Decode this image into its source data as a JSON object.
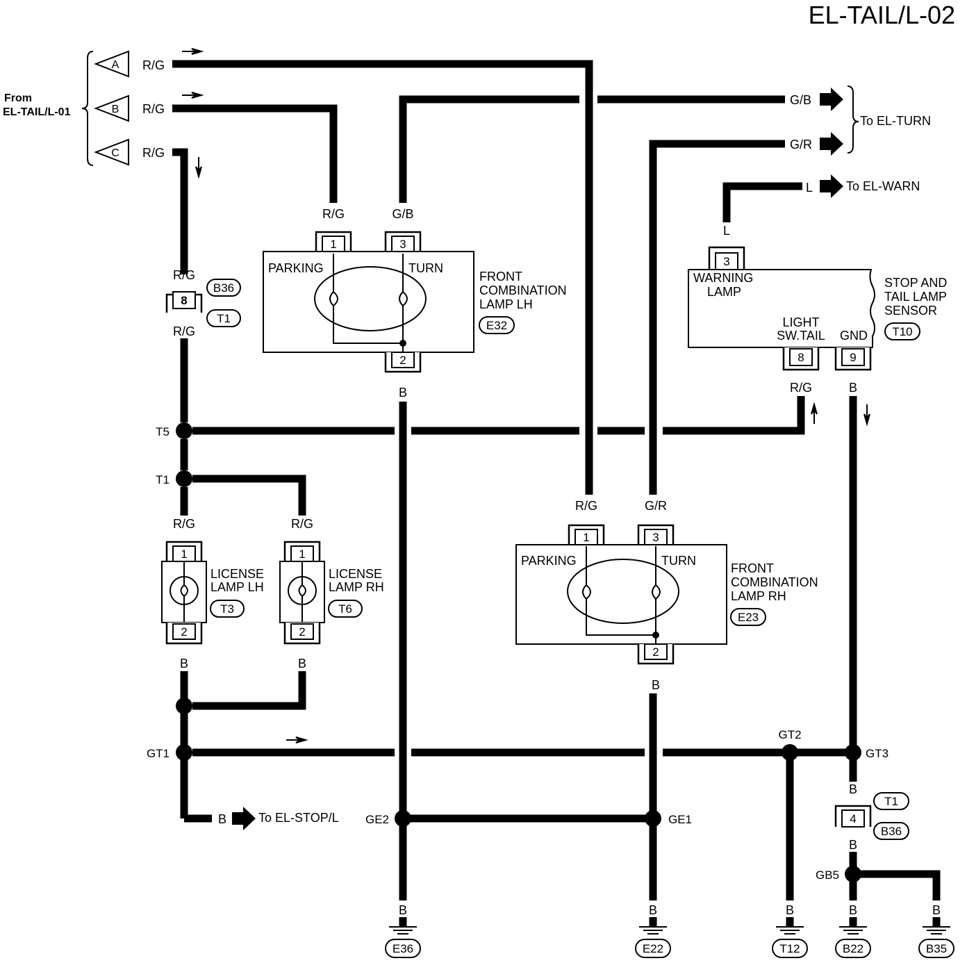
{
  "title": "EL-TAIL/L-02",
  "inputs": {
    "from_label_line1": "From",
    "from_label_line2": "EL-TAIL/L-01",
    "connectors": [
      {
        "letter": "A",
        "wire": "R/G"
      },
      {
        "letter": "B",
        "wire": "R/G"
      },
      {
        "letter": "C",
        "wire": "R/G"
      }
    ]
  },
  "outputs": {
    "turn_label": "To EL-TURN",
    "turn_wires": [
      "G/B",
      "G/R"
    ],
    "warn_wire": "L",
    "warn_label": "To EL-WARN",
    "stop_wire": "B",
    "stop_label": "To EL-STOP/L"
  },
  "front_lamp_lh": {
    "name_lines": [
      "FRONT",
      "COMBINATION",
      "LAMP LH"
    ],
    "code": "E32",
    "parking": "PARKING",
    "turn": "TURN",
    "pin1": "1",
    "pin1_wire": "R/G",
    "pin3": "3",
    "pin3_wire": "G/B",
    "pin2": "2",
    "pin2_wire": "B"
  },
  "front_lamp_rh": {
    "name_lines": [
      "FRONT",
      "COMBINATION",
      "LAMP RH"
    ],
    "code": "E23",
    "parking": "PARKING",
    "turn": "TURN",
    "pin1": "1",
    "pin1_wire": "R/G",
    "pin3": "3",
    "pin3_wire": "G/R",
    "pin2": "2",
    "pin2_wire": "B"
  },
  "sensor": {
    "name_lines": [
      "STOP AND",
      "TAIL LAMP",
      "SENSOR"
    ],
    "code": "T10",
    "warning_lines": [
      "WARNING",
      "LAMP"
    ],
    "light_lines": [
      "LIGHT",
      "SW.TAIL"
    ],
    "gnd": "GND",
    "pin3": "3",
    "pin3_wire": "L",
    "pin8": "8",
    "pin8_wire": "R/G",
    "pin9": "9",
    "pin9_wire": "B"
  },
  "joint_connector_top": {
    "pin": "8",
    "codes": [
      "B36",
      "T1"
    ],
    "wire_in": "R/G",
    "wire_out": "R/G"
  },
  "joint_connector_bottom": {
    "pin": "4",
    "codes": [
      "T1",
      "B36"
    ],
    "wire_in": "B",
    "wire_out": "B"
  },
  "license_lh": {
    "name_lines": [
      "LICENSE",
      "LAMP LH"
    ],
    "code": "T3",
    "pin1": "1",
    "pin2": "2",
    "wire_in": "R/G",
    "wire_out": "B"
  },
  "license_rh": {
    "name_lines": [
      "LICENSE",
      "LAMP RH"
    ],
    "code": "T6",
    "pin1": "1",
    "pin2": "2",
    "wire_in": "R/G",
    "wire_out": "B"
  },
  "splices": {
    "t5": "T5",
    "t1": "T1",
    "gt1": "GT1",
    "gt2": "GT2",
    "gt3": "GT3",
    "ge1": "GE1",
    "ge2": "GE2",
    "gb5": "GB5"
  },
  "grounds": [
    {
      "wire": "B",
      "code": "E36"
    },
    {
      "wire": "B",
      "code": "E22"
    },
    {
      "wire": "B",
      "code": "T12"
    },
    {
      "wire": "B",
      "code": "B22"
    },
    {
      "wire": "B",
      "code": "B35"
    }
  ]
}
